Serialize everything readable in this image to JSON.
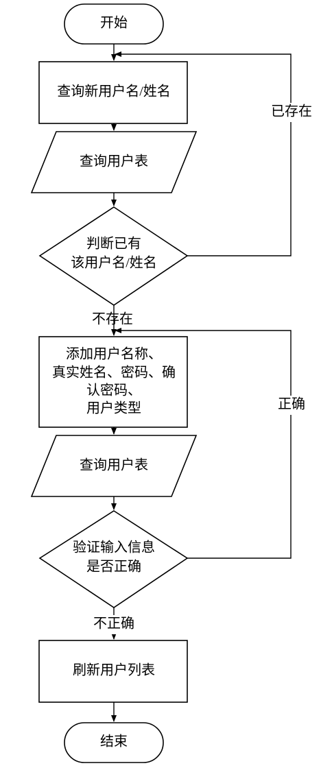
{
  "nodes": {
    "start": {
      "text": "开始"
    },
    "query_name": {
      "text": "查询新用户名/姓名"
    },
    "query_table_1": {
      "text": "查询用户表"
    },
    "check_exists": {
      "line1": "判断已有",
      "line2": "该用户名/姓名"
    },
    "add_user": {
      "line1": "添加用户名称、",
      "line2": "真实姓名、密码、确",
      "line3": "认密码、",
      "line4": "用户类型"
    },
    "query_table_2": {
      "text": "查询用户表"
    },
    "validate": {
      "line1": "验证输入信息",
      "line2": "是否正确"
    },
    "refresh": {
      "text": "刷新用户列表"
    },
    "end": {
      "text": "结束"
    }
  },
  "edges": {
    "exists": "已存在",
    "not_exists": "不存在",
    "correct": "正确",
    "incorrect": "不正确"
  },
  "colors": {
    "stroke": "#000000",
    "fill": "#ffffff"
  }
}
